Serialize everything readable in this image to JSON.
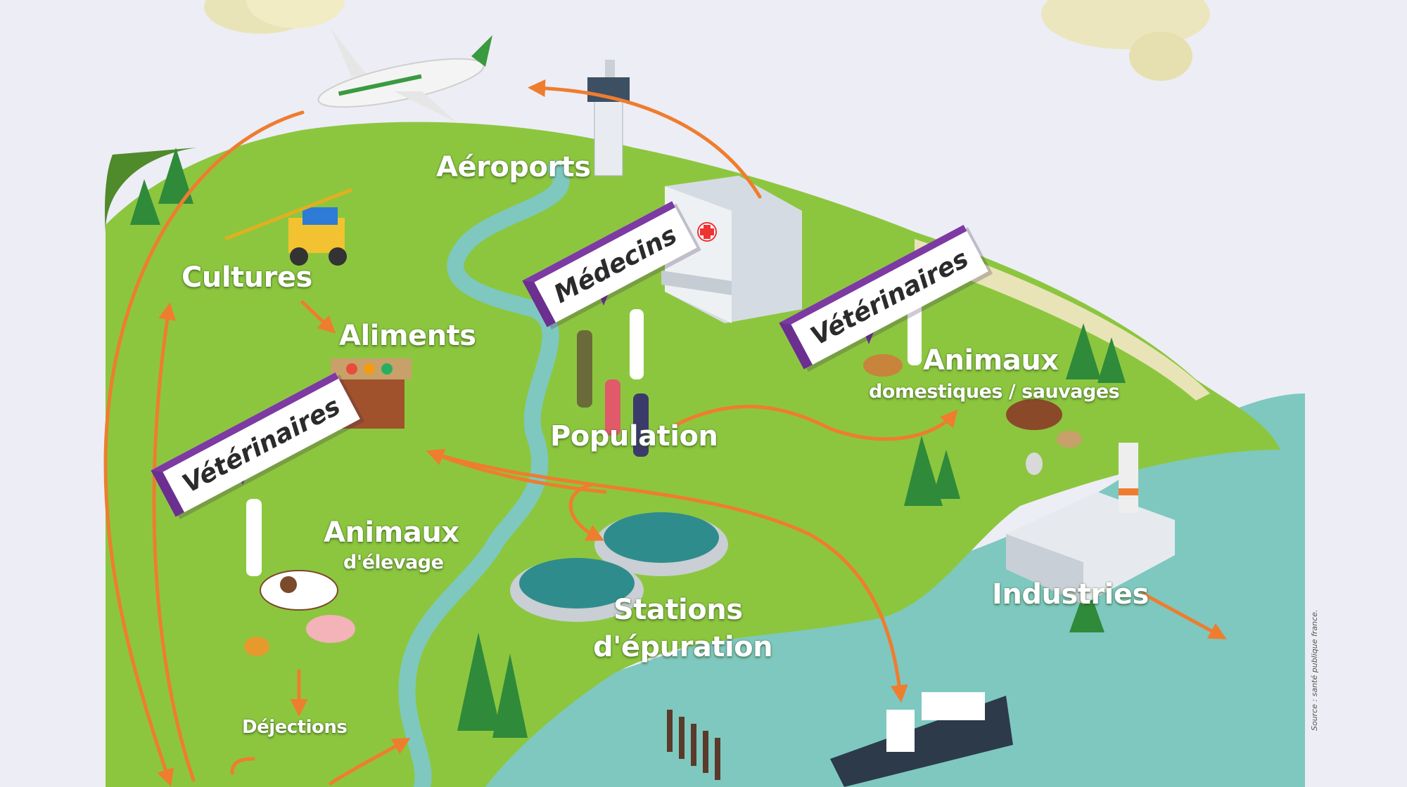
{
  "labels": {
    "aeroports": "Aéroports",
    "cultures": "Cultures",
    "aliments": "Aliments",
    "population": "Population",
    "animaux_dom": "Animaux",
    "animaux_dom_sub": "domestiques / sauvages",
    "animaux_elev": "Animaux",
    "animaux_elev_sub": "d'élevage",
    "stations_1": "Stations",
    "stations_2": "d'épuration",
    "industries": "Industries",
    "dejections": "Déjections"
  },
  "signs": {
    "medecins": "Médecins",
    "vet_right": "Vétérinaires",
    "vet_left": "Vétérinaires"
  },
  "source": "Source : santé publique france.",
  "colors": {
    "background": "#ededf5",
    "grass": "#8cc63f",
    "grass_dark": "#4f8a2b",
    "water": "#7ec8c0",
    "arrow": "#ee7d2f",
    "sign_accent": "#6b2f8f"
  }
}
